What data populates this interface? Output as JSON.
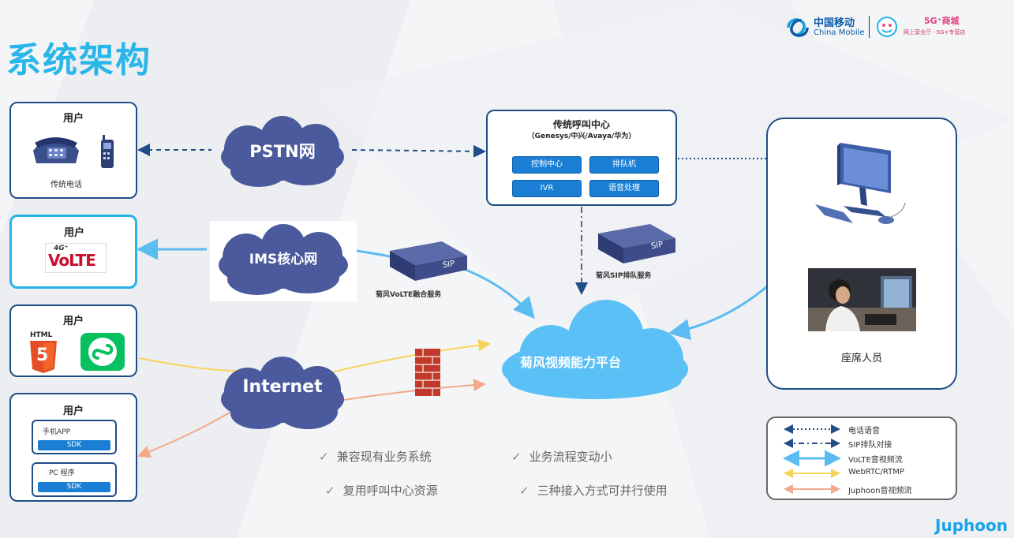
{
  "page_title": "系统架构",
  "logos": {
    "china_mobile_cn": "中国移动",
    "china_mobile_en": "China Mobile",
    "mall_name": "5G⁺商城",
    "mall_slogan": "网上营业厅 · 5G+专营店"
  },
  "users": {
    "label": "用户",
    "phone_caption": "传统电话",
    "volte_logo": "VoLTE",
    "volte_badge": "4G⁺",
    "html5_label": "HTML",
    "html5_number": "5",
    "app_label": "手机APP",
    "pc_label": "PC 程序",
    "sdk_label": "SDK"
  },
  "clouds": {
    "pstn": "PSTN网",
    "ims": "IMS核心网",
    "internet": "Internet",
    "platform": "菊风视频能力平台"
  },
  "callcenter": {
    "title": "传统呼叫中心",
    "subtitle": "（Genesys/中兴/Avaya/华为）",
    "buttons": [
      "控制中心",
      "排队机",
      "IVR",
      "语音处理"
    ]
  },
  "servers": {
    "sip_label": "SIP",
    "volte_server": "菊风VoLTE融合服务",
    "sip_server": "菊风SIP排队服务"
  },
  "agent": {
    "label": "座席人员"
  },
  "benefits": [
    "兼容现有业务系统",
    "业务流程变动小",
    "复用呼叫中心资源",
    "三种接入方式可并行使用"
  ],
  "benefit_check": "✓",
  "legend": [
    {
      "label": "电话语音",
      "color": "#1f4e86"
    },
    {
      "label": "SIP排队对接",
      "color": "#1f4e86"
    },
    {
      "label": "VoLTE音视频流",
      "color": "#5bbcf2"
    },
    {
      "label": "WebRTC/RTMP",
      "color": "#f6d55c"
    },
    {
      "label": "Juphoon音视频流",
      "color": "#f2a98c"
    }
  ],
  "brand": "Juphoon",
  "colors": {
    "accent": "#29b6e8",
    "dark_blue": "#1f4e86",
    "cloud_purple": "#4a5a9c",
    "cloud_sky": "#5bc0f5"
  }
}
